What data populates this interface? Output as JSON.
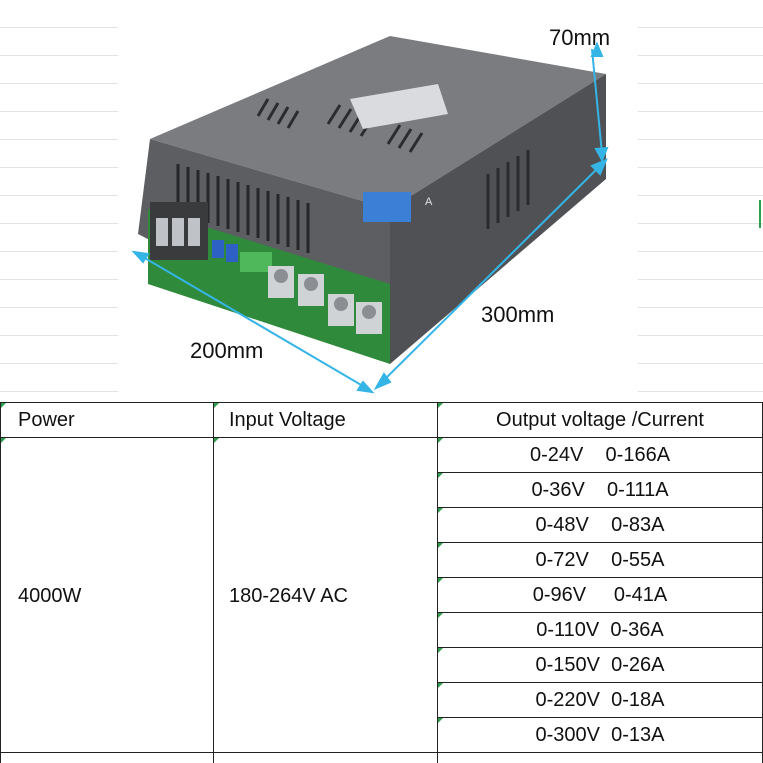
{
  "product": {
    "dimensions": {
      "height": "70mm",
      "length": "300mm",
      "width": "200mm"
    },
    "display_unit": "A"
  },
  "table": {
    "headers": [
      "Power",
      "Input Voltage",
      "Output voltage /Current"
    ],
    "power": "4000W",
    "input_voltage": "180-264V AC",
    "outputs": [
      "0-24V    0-166A",
      "0-36V    0-111A",
      "0-48V    0-83A",
      "0-72V    0-55A",
      "0-96V     0-41A",
      "0-110V  0-36A",
      "0-150V  0-26A",
      "0-220V  0-18A",
      "0-300V  0-13A"
    ]
  },
  "colors": {
    "dimension_arrow": "#35b4e6",
    "chassis": "#6d6f72",
    "pcb": "#2f8a3c",
    "grid_tick": "#2e9e4f"
  }
}
